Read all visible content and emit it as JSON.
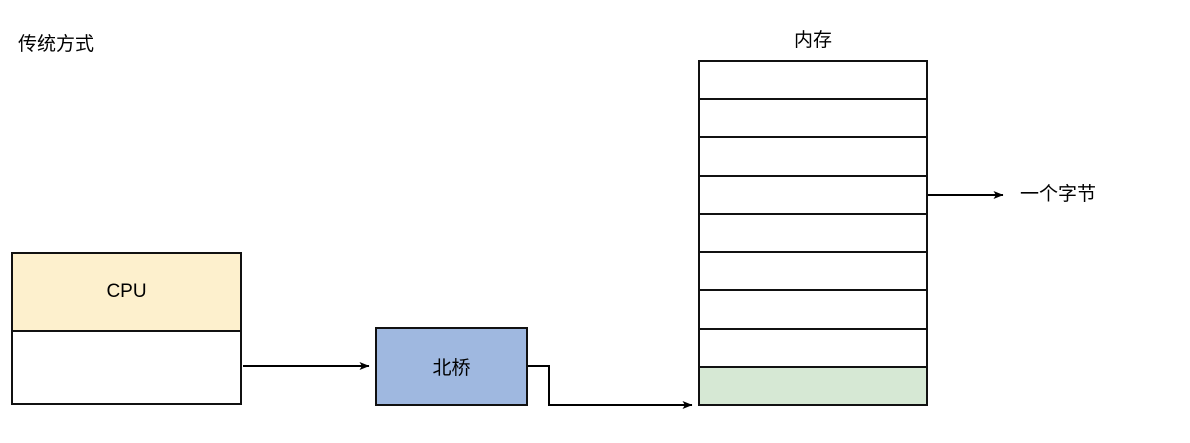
{
  "diagram": {
    "title": "传统方式",
    "background_color": "#ffffff",
    "stroke_color": "#111111"
  },
  "cpu": {
    "core_label": "CPU",
    "core_color": "#fdf0cd",
    "body_color": "#ffffff"
  },
  "northbridge": {
    "label": "北桥",
    "color": "#9fb8e0"
  },
  "memory": {
    "title": "内存",
    "cell_count": 9,
    "cells": [
      {
        "index": 0,
        "highlighted": false
      },
      {
        "index": 1,
        "highlighted": false
      },
      {
        "index": 2,
        "highlighted": false
      },
      {
        "index": 3,
        "highlighted": false
      },
      {
        "index": 4,
        "highlighted": false
      },
      {
        "index": 5,
        "highlighted": false
      },
      {
        "index": 6,
        "highlighted": false
      },
      {
        "index": 7,
        "highlighted": false
      },
      {
        "index": 8,
        "highlighted": true
      }
    ],
    "highlight_color": "#d6e8d4",
    "cell_color": "#ffffff"
  },
  "annotations": {
    "byte_label": "一个字节"
  },
  "connectors": [
    {
      "name": "cpu-to-northbridge",
      "from": "cpu",
      "to": "northbridge"
    },
    {
      "name": "northbridge-to-memory",
      "from": "northbridge",
      "to": "memory-highlighted-cell"
    },
    {
      "name": "memory-cell-to-byte-label",
      "from": "memory",
      "to": "byte-annotation-label"
    }
  ]
}
